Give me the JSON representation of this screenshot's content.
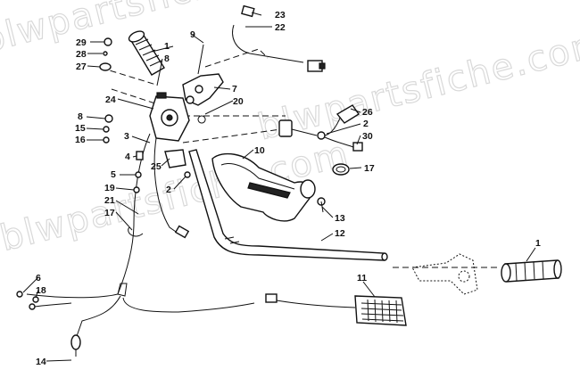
{
  "watermark": {
    "top": "blwpartsfiche.com",
    "middle": "blwpartsfiche.com",
    "bottom": "blwpartsfiche.com"
  },
  "callouts": {
    "c1_left": "1",
    "c1_right": "1",
    "c2_upper": "2",
    "c2_lower": "2",
    "c3": "3",
    "c4": "4",
    "c5": "5",
    "c6": "6",
    "c7": "7",
    "c8_upper": "8",
    "c8_left": "8",
    "c9": "9",
    "c10": "10",
    "c11": "11",
    "c12": "12",
    "c13": "13",
    "c14": "14",
    "c15": "15",
    "c16": "16",
    "c17_right": "17",
    "c17_left": "17",
    "c18": "18",
    "c19": "19",
    "c20": "20",
    "c21": "21",
    "c22": "22",
    "c23": "23",
    "c24": "24",
    "c25": "25",
    "c26": "26",
    "c27": "27",
    "c28": "28",
    "c29": "29",
    "c30": "30"
  }
}
